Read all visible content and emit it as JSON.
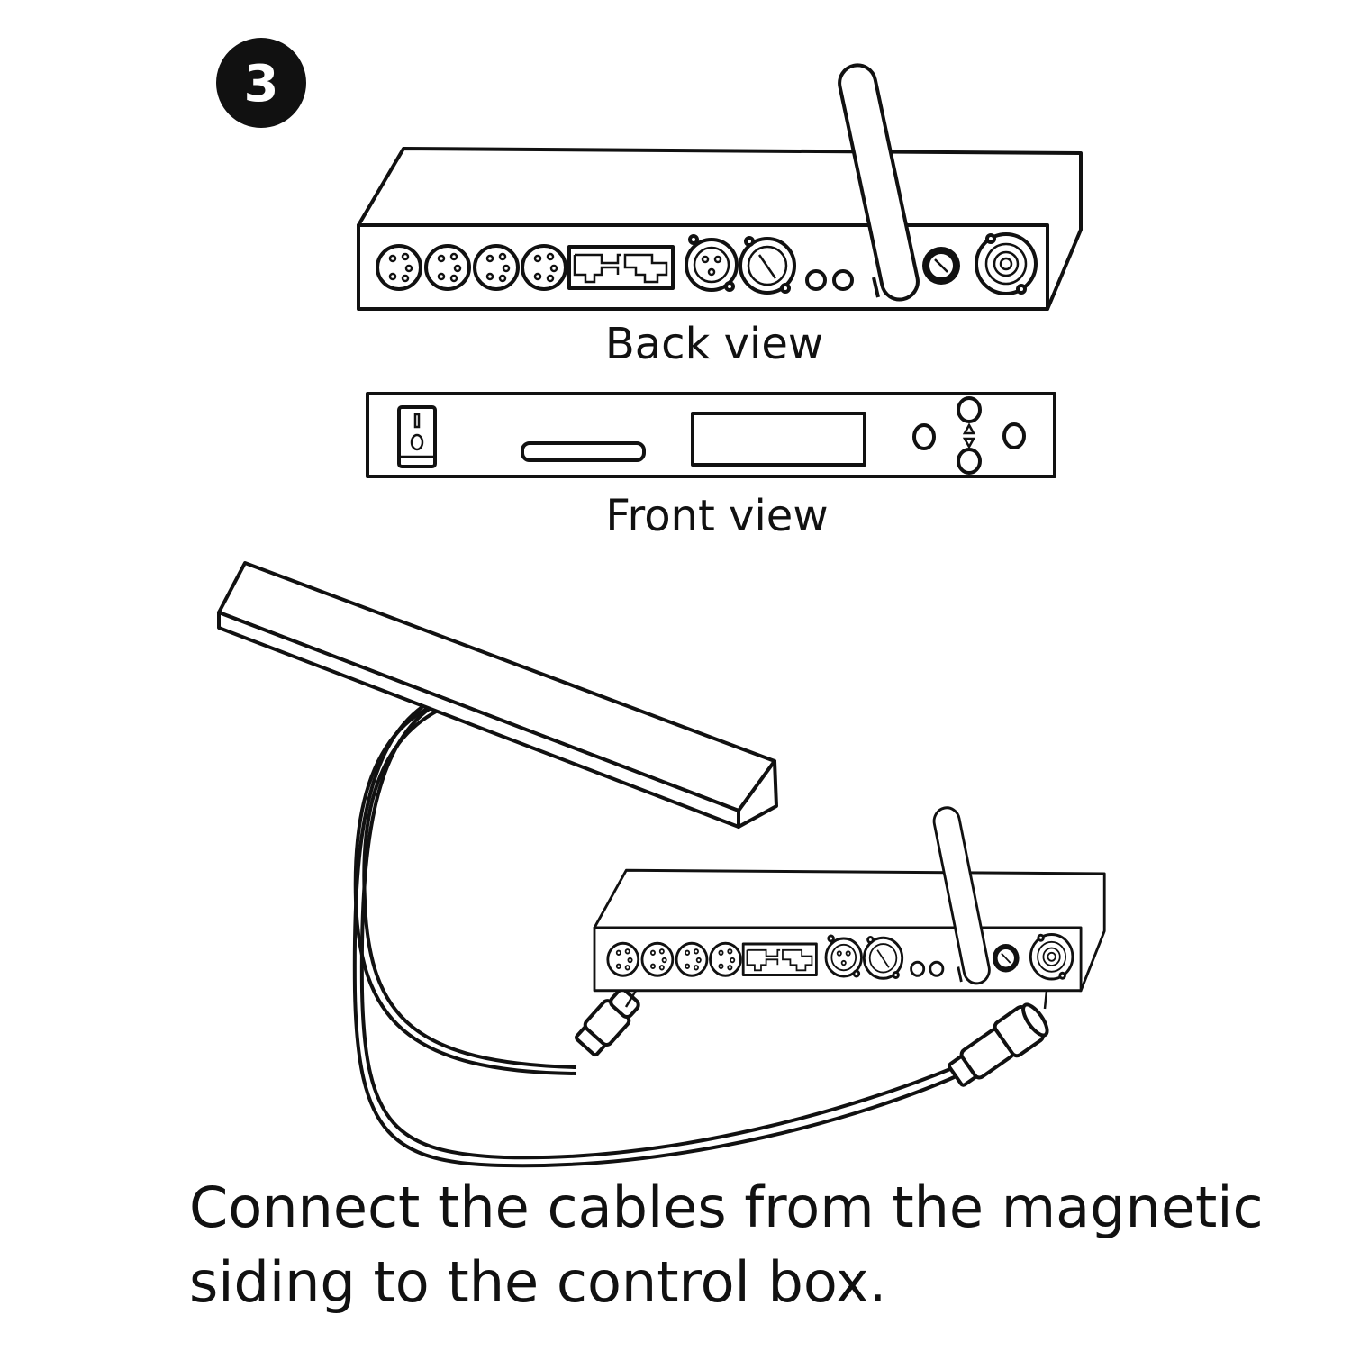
{
  "step_number": "3",
  "labels": {
    "back_view": "Back view",
    "front_view": "Front view"
  },
  "instruction": {
    "line1": "Connect the cables from the magnetic",
    "line2": "siding to the control box."
  },
  "colors": {
    "ink": "#111111",
    "background": "#ffffff"
  }
}
